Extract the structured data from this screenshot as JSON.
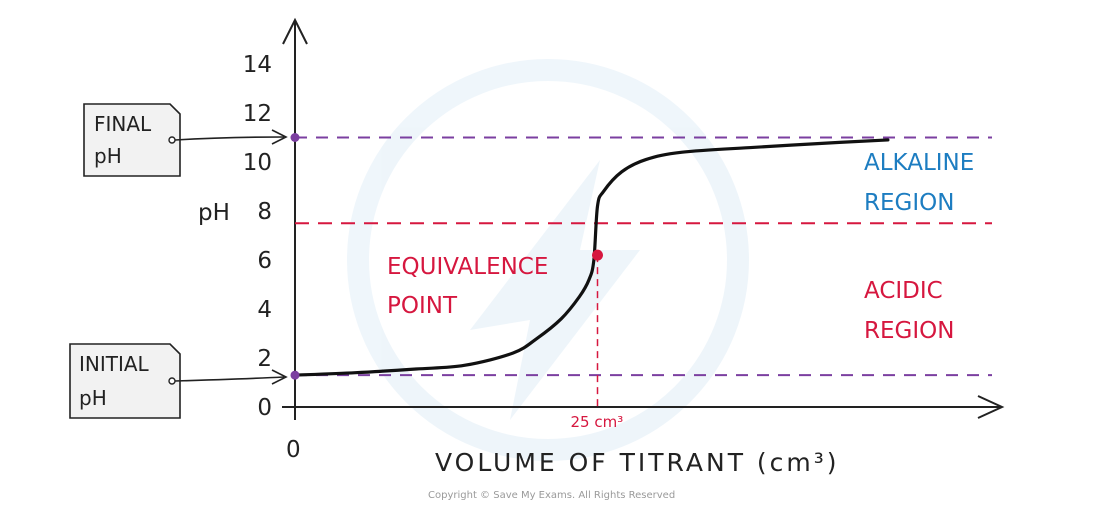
{
  "chart_data": {
    "type": "line",
    "title": "",
    "xlabel": "VOLUME OF TITRANT (cm³)",
    "ylabel": "pH",
    "x_tick_labels": [
      "0"
    ],
    "y_ticks": [
      0,
      2,
      4,
      6,
      8,
      10,
      12,
      14
    ],
    "ylim": [
      0,
      14
    ],
    "xlim": [
      0,
      50
    ],
    "series": [
      {
        "values": [
          [
            0,
            1.3
          ],
          [
            5,
            1.4
          ],
          [
            10,
            1.55
          ],
          [
            14,
            1.7
          ],
          [
            18,
            2.2
          ],
          [
            20,
            2.8
          ],
          [
            22,
            3.6
          ],
          [
            23.5,
            4.5
          ],
          [
            24.3,
            5.2
          ],
          [
            24.7,
            6.0
          ],
          [
            25,
            8.2
          ],
          [
            25.5,
            8.8
          ],
          [
            27,
            9.6
          ],
          [
            29,
            10.1
          ],
          [
            32,
            10.4
          ],
          [
            38,
            10.6
          ],
          [
            45,
            10.8
          ],
          [
            49,
            10.9
          ]
        ]
      }
    ],
    "reference_lines": {
      "final_ph": 11,
      "initial_ph": 1.3,
      "neutral_boundary": 7.5
    },
    "equivalence_point": {
      "x": 25,
      "y": 6.2,
      "x_label": "25 cm³"
    },
    "annotations": {
      "equivalence": [
        "EQUIVALENCE",
        "POINT"
      ],
      "alkaline": [
        "ALKALINE",
        "REGION"
      ],
      "acidic": [
        "ACIDIC",
        "REGION"
      ],
      "final_callout": [
        "FINAL",
        "pH"
      ],
      "initial_callout": [
        "INITIAL",
        "pH"
      ]
    },
    "colors": {
      "purple_line": "#7b3fa0",
      "red_line": "#d6173f",
      "blue_text": "#1d7dc1",
      "curve": "#111111"
    },
    "copyright": "Copyright © Save My Exams. All Rights Reserved"
  }
}
